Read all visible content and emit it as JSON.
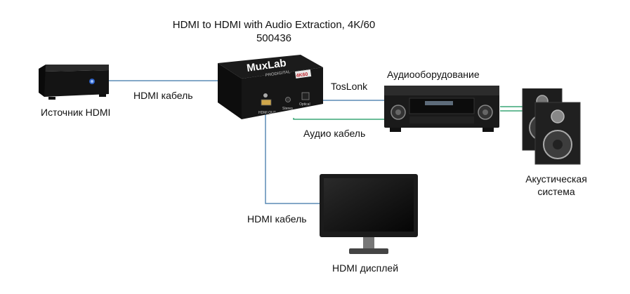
{
  "title": "HDMI to HDMI with Audio Extraction, 4K/60",
  "model": "500436",
  "devices": {
    "source": "Источник HDMI",
    "audio_equipment": "Аудиооборудование",
    "speakers_line1": "Акустическая",
    "speakers_line2": "система",
    "display": "HDMI дисплей"
  },
  "extractor": {
    "brand": "MuxLab",
    "sub_brand": "PRODIGITAL",
    "badge": "4K60",
    "port_hdmi_out": "HDMI OUT",
    "port_stereo": "Stereo",
    "port_optical": "Optical"
  },
  "cables": {
    "hdmi_top": "HDMI кабель",
    "toslink": "TosLonk",
    "audio": "Аудио кабель",
    "hdmi_bottom": "HDMI кабель"
  },
  "colors": {
    "cable_blue": "#5b8bb5",
    "cable_green": "#3aa676"
  }
}
